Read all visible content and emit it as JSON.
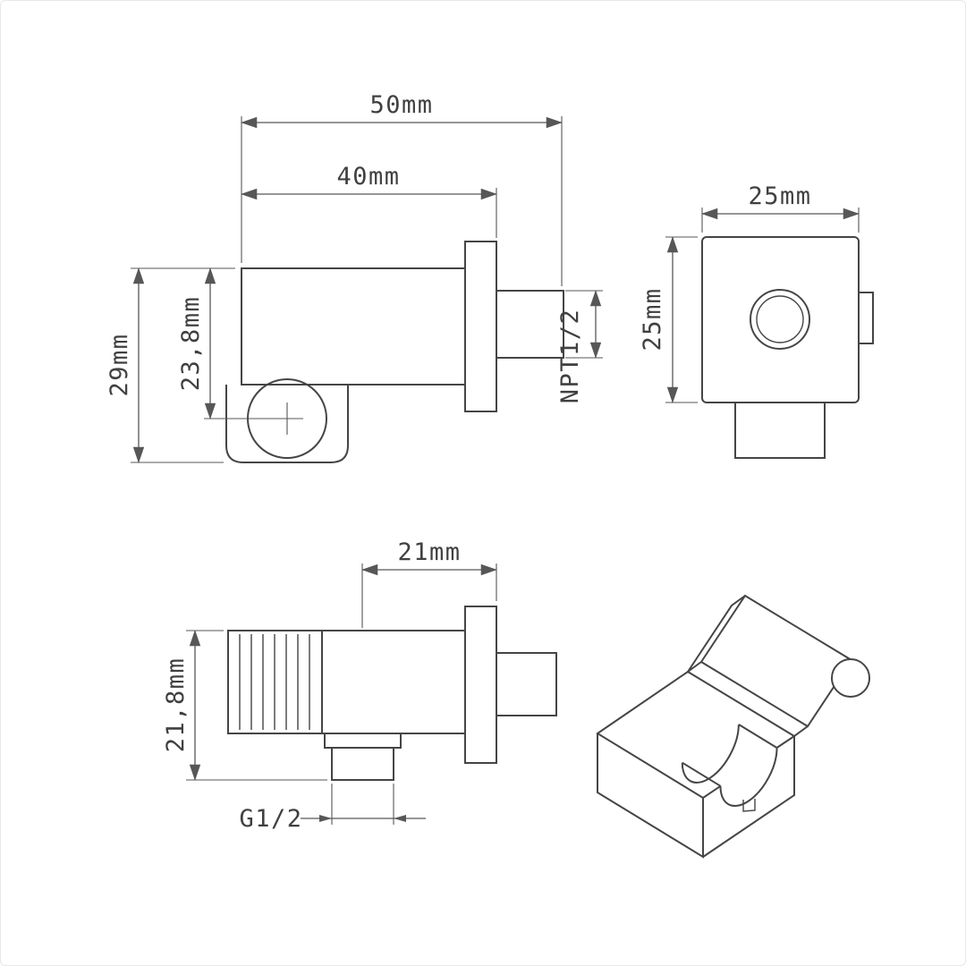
{
  "drawing": {
    "subject": "shower-holder-wall-outlet-technical-drawing",
    "line_color": "#454545",
    "dim_color": "#575757",
    "views": {
      "side_top": {
        "dim_overall_length": "50mm",
        "dim_body_length": "40mm",
        "dim_overall_height": "29mm",
        "dim_center_height": "23,8mm",
        "dim_outlet_thread": "NPT1/2"
      },
      "front": {
        "dim_width": "25mm",
        "dim_height": "25mm"
      },
      "side_bottom": {
        "dim_spout_offset": "21mm",
        "dim_height": "21,8mm",
        "dim_holder_thread": "G1/2"
      }
    }
  }
}
